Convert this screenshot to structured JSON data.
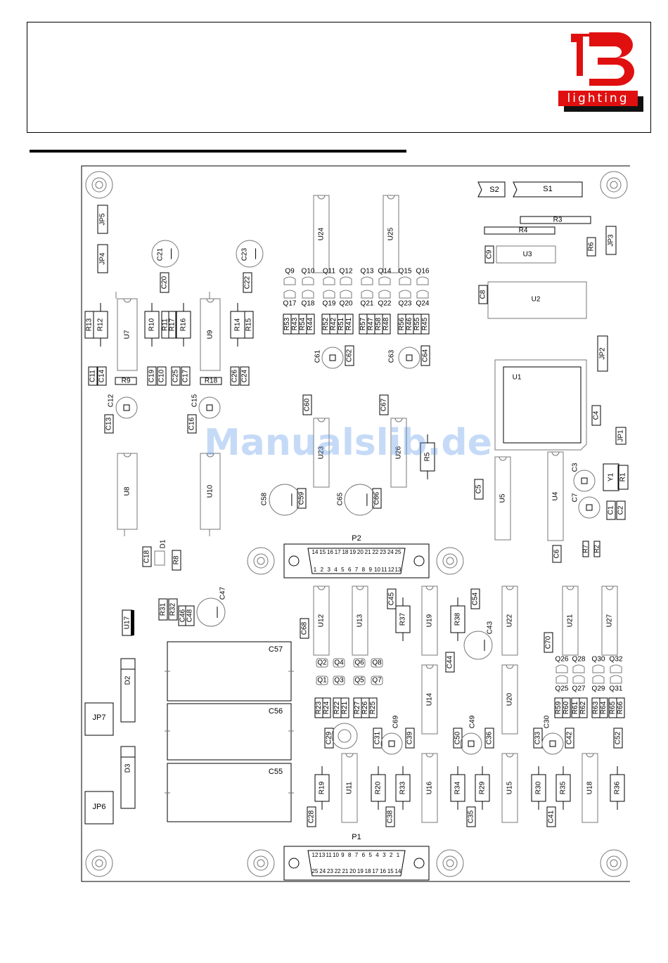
{
  "brand": {
    "logo_letters": "TB",
    "logo_word": "lighting",
    "accent_color": "#e01010"
  },
  "watermark": "Manualslib.de",
  "board": {
    "connectors": [
      {
        "id": "P2",
        "pins_top": [
          "14",
          "15",
          "16",
          "17",
          "18",
          "19",
          "20",
          "21",
          "22",
          "23",
          "24",
          "25"
        ],
        "pins_bottom": [
          "1",
          "2",
          "3",
          "4",
          "5",
          "6",
          "7",
          "8",
          "9",
          "10",
          "11",
          "12",
          "13"
        ]
      },
      {
        "id": "P1",
        "pins_top": [
          "12",
          "13",
          "11",
          "10",
          "9",
          "8",
          "7",
          "6",
          "5",
          "4",
          "3",
          "2",
          "1"
        ],
        "pins_bottom": [
          "25",
          "24",
          "23",
          "22",
          "21",
          "20",
          "19",
          "18",
          "17",
          "16",
          "15",
          "14"
        ]
      }
    ],
    "chips": [
      {
        "id": "U24"
      },
      {
        "id": "U25"
      },
      {
        "id": "U7"
      },
      {
        "id": "U9"
      },
      {
        "id": "U8"
      },
      {
        "id": "U10"
      },
      {
        "id": "U12"
      },
      {
        "id": "U13"
      },
      {
        "id": "U19"
      },
      {
        "id": "U22"
      },
      {
        "id": "U21"
      },
      {
        "id": "U27"
      },
      {
        "id": "U14"
      },
      {
        "id": "U20"
      },
      {
        "id": "U11"
      },
      {
        "id": "U16"
      },
      {
        "id": "U15"
      },
      {
        "id": "U18"
      },
      {
        "id": "U5"
      },
      {
        "id": "U4"
      },
      {
        "id": "U3"
      },
      {
        "id": "U2"
      },
      {
        "id": "U1"
      },
      {
        "id": "U17"
      },
      {
        "id": "U26"
      },
      {
        "id": "U23"
      }
    ],
    "resistors": [
      "R1",
      "R3",
      "R4",
      "R5",
      "R6",
      "R7",
      "R8",
      "R9",
      "R10",
      "R11",
      "R12",
      "R13",
      "R14",
      "R15",
      "R16",
      "R17",
      "R18",
      "R19",
      "R20",
      "R29",
      "R30",
      "R31",
      "R32",
      "R33",
      "R34",
      "R35",
      "R36",
      "R37",
      "R38"
    ],
    "capacitors": [
      "C1",
      "C2",
      "C3",
      "C4",
      "C5",
      "C6",
      "C7",
      "C8",
      "C9",
      "C10",
      "C11",
      "C12",
      "C13",
      "C14",
      "C15",
      "C16",
      "C17",
      "C19",
      "C20",
      "C21",
      "C22",
      "C23",
      "C24",
      "C25",
      "C26",
      "C28",
      "C29",
      "C30",
      "C31",
      "C33",
      "C35",
      "C36",
      "C38",
      "C39",
      "C41",
      "C42",
      "C43",
      "C44",
      "C45",
      "C46",
      "C47",
      "C48",
      "C49",
      "C50",
      "C52",
      "C54",
      "C55",
      "C56",
      "C57",
      "C58",
      "C59",
      "C60",
      "C61",
      "C62",
      "C63",
      "C64",
      "C65",
      "C66",
      "C67",
      "C68",
      "C69",
      "C70",
      "C18"
    ],
    "transistors": [
      "Q1",
      "Q2",
      "Q3",
      "Q4",
      "Q5",
      "Q6",
      "Q7",
      "Q8",
      "Q9",
      "Q10",
      "Q11",
      "Q12",
      "Q13",
      "Q14",
      "Q15",
      "Q16",
      "Q17",
      "Q18",
      "Q19",
      "Q20",
      "Q21",
      "Q22",
      "Q23",
      "Q24",
      "Q25",
      "Q26",
      "Q27",
      "Q28",
      "Q29",
      "Q30",
      "Q31",
      "Q32"
    ],
    "jumpers": [
      "JP1",
      "JP2",
      "JP3",
      "JP4",
      "JP5",
      "JP6",
      "JP7"
    ],
    "diodes": [
      "D1",
      "D2",
      "D3"
    ],
    "switches": [
      "S1",
      "S2"
    ],
    "crystal": "Y1",
    "r_groups": {
      "top": [
        "R53",
        "R43",
        "R54",
        "R44",
        "R52",
        "R42",
        "R51",
        "R41",
        "R57",
        "R47",
        "R58",
        "R48",
        "R56",
        "R46",
        "R55",
        "R45"
      ],
      "mid": [
        "R23",
        "R24",
        "R22",
        "R21",
        "R27",
        "R26",
        "R25"
      ],
      "right": [
        "R59",
        "R60",
        "R61",
        "R62",
        "R63",
        "R64",
        "R65",
        "R66"
      ],
      "small": [
        "R7",
        "R2"
      ]
    }
  }
}
